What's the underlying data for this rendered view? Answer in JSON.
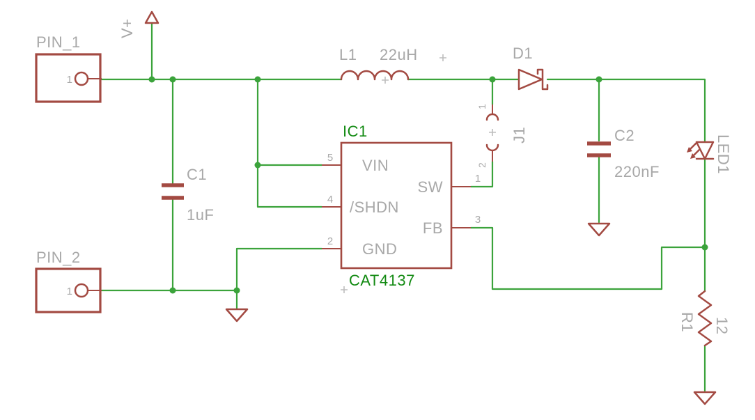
{
  "colors": {
    "background": "#ffffff",
    "wire_green": "#3ba33b",
    "symbol_maroon": "#a34a42",
    "label_gray": "#a8a8a8",
    "name_green": "#128a12"
  },
  "net_labels": {
    "vplus": "V+"
  },
  "components": {
    "pin1": {
      "name": "PIN_1",
      "pad1": "1"
    },
    "pin2": {
      "name": "PIN_2",
      "pad1": "1"
    },
    "c1": {
      "name": "C1",
      "value": "1uF"
    },
    "l1": {
      "name": "L1",
      "value": "22uH"
    },
    "d1": {
      "name": "D1"
    },
    "j1": {
      "name": "J1",
      "pin1": "1",
      "pin2": "2"
    },
    "c2": {
      "name": "C2",
      "value": "220nF"
    },
    "led1": {
      "name": "LED1"
    },
    "r1": {
      "name": "R1",
      "value": "12"
    },
    "ic1": {
      "name": "IC1",
      "value": "CAT4137",
      "pins": [
        {
          "label": "VIN",
          "number": "5",
          "side": "left"
        },
        {
          "label": "/SHDN",
          "number": "4",
          "side": "left"
        },
        {
          "label": "GND",
          "number": "2",
          "side": "left"
        },
        {
          "label": "SW",
          "number": "1",
          "side": "right"
        },
        {
          "label": "FB",
          "number": "3",
          "side": "right"
        }
      ]
    }
  }
}
